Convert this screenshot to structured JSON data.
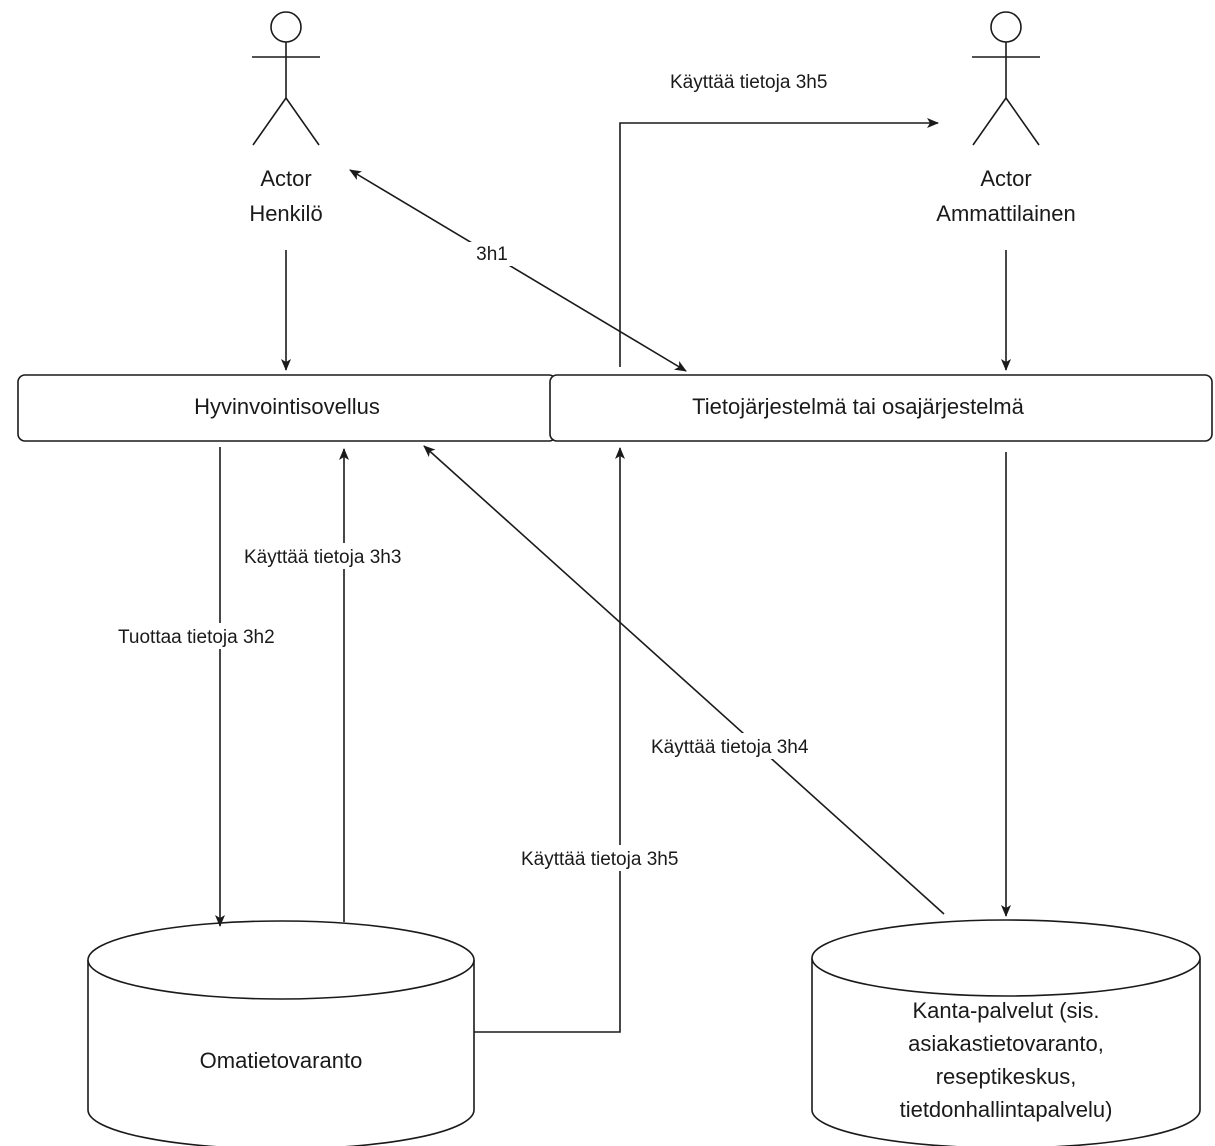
{
  "actors": {
    "henkilo": {
      "line1": "Actor",
      "line2": "Henkilö"
    },
    "ammattilainen": {
      "line1": "Actor",
      "line2": "Ammattilainen"
    }
  },
  "systems": {
    "hyvinvointisovellus": "Hyvinvointisovellus",
    "tietojarjestelma": "Tietojärjestelmä tai osajärjestelmä"
  },
  "stores": {
    "omatietovaranto": "Omatietovaranto",
    "kanta": {
      "line1": "Kanta-palvelut (sis.",
      "line2": "asiakastietovaranto,",
      "line3": "reseptikeskus,",
      "line4": "tietdonhallintapalvelu)"
    }
  },
  "flows": {
    "h1": "3h1",
    "h2": "Tuottaa tietoja 3h2",
    "h3": "Käyttää tietoja 3h3",
    "h4": "Käyttää tietoja 3h4",
    "h5_top": "Käyttää tietoja 3h5",
    "h5_bottom": "Käyttää tietoja 3h5"
  }
}
